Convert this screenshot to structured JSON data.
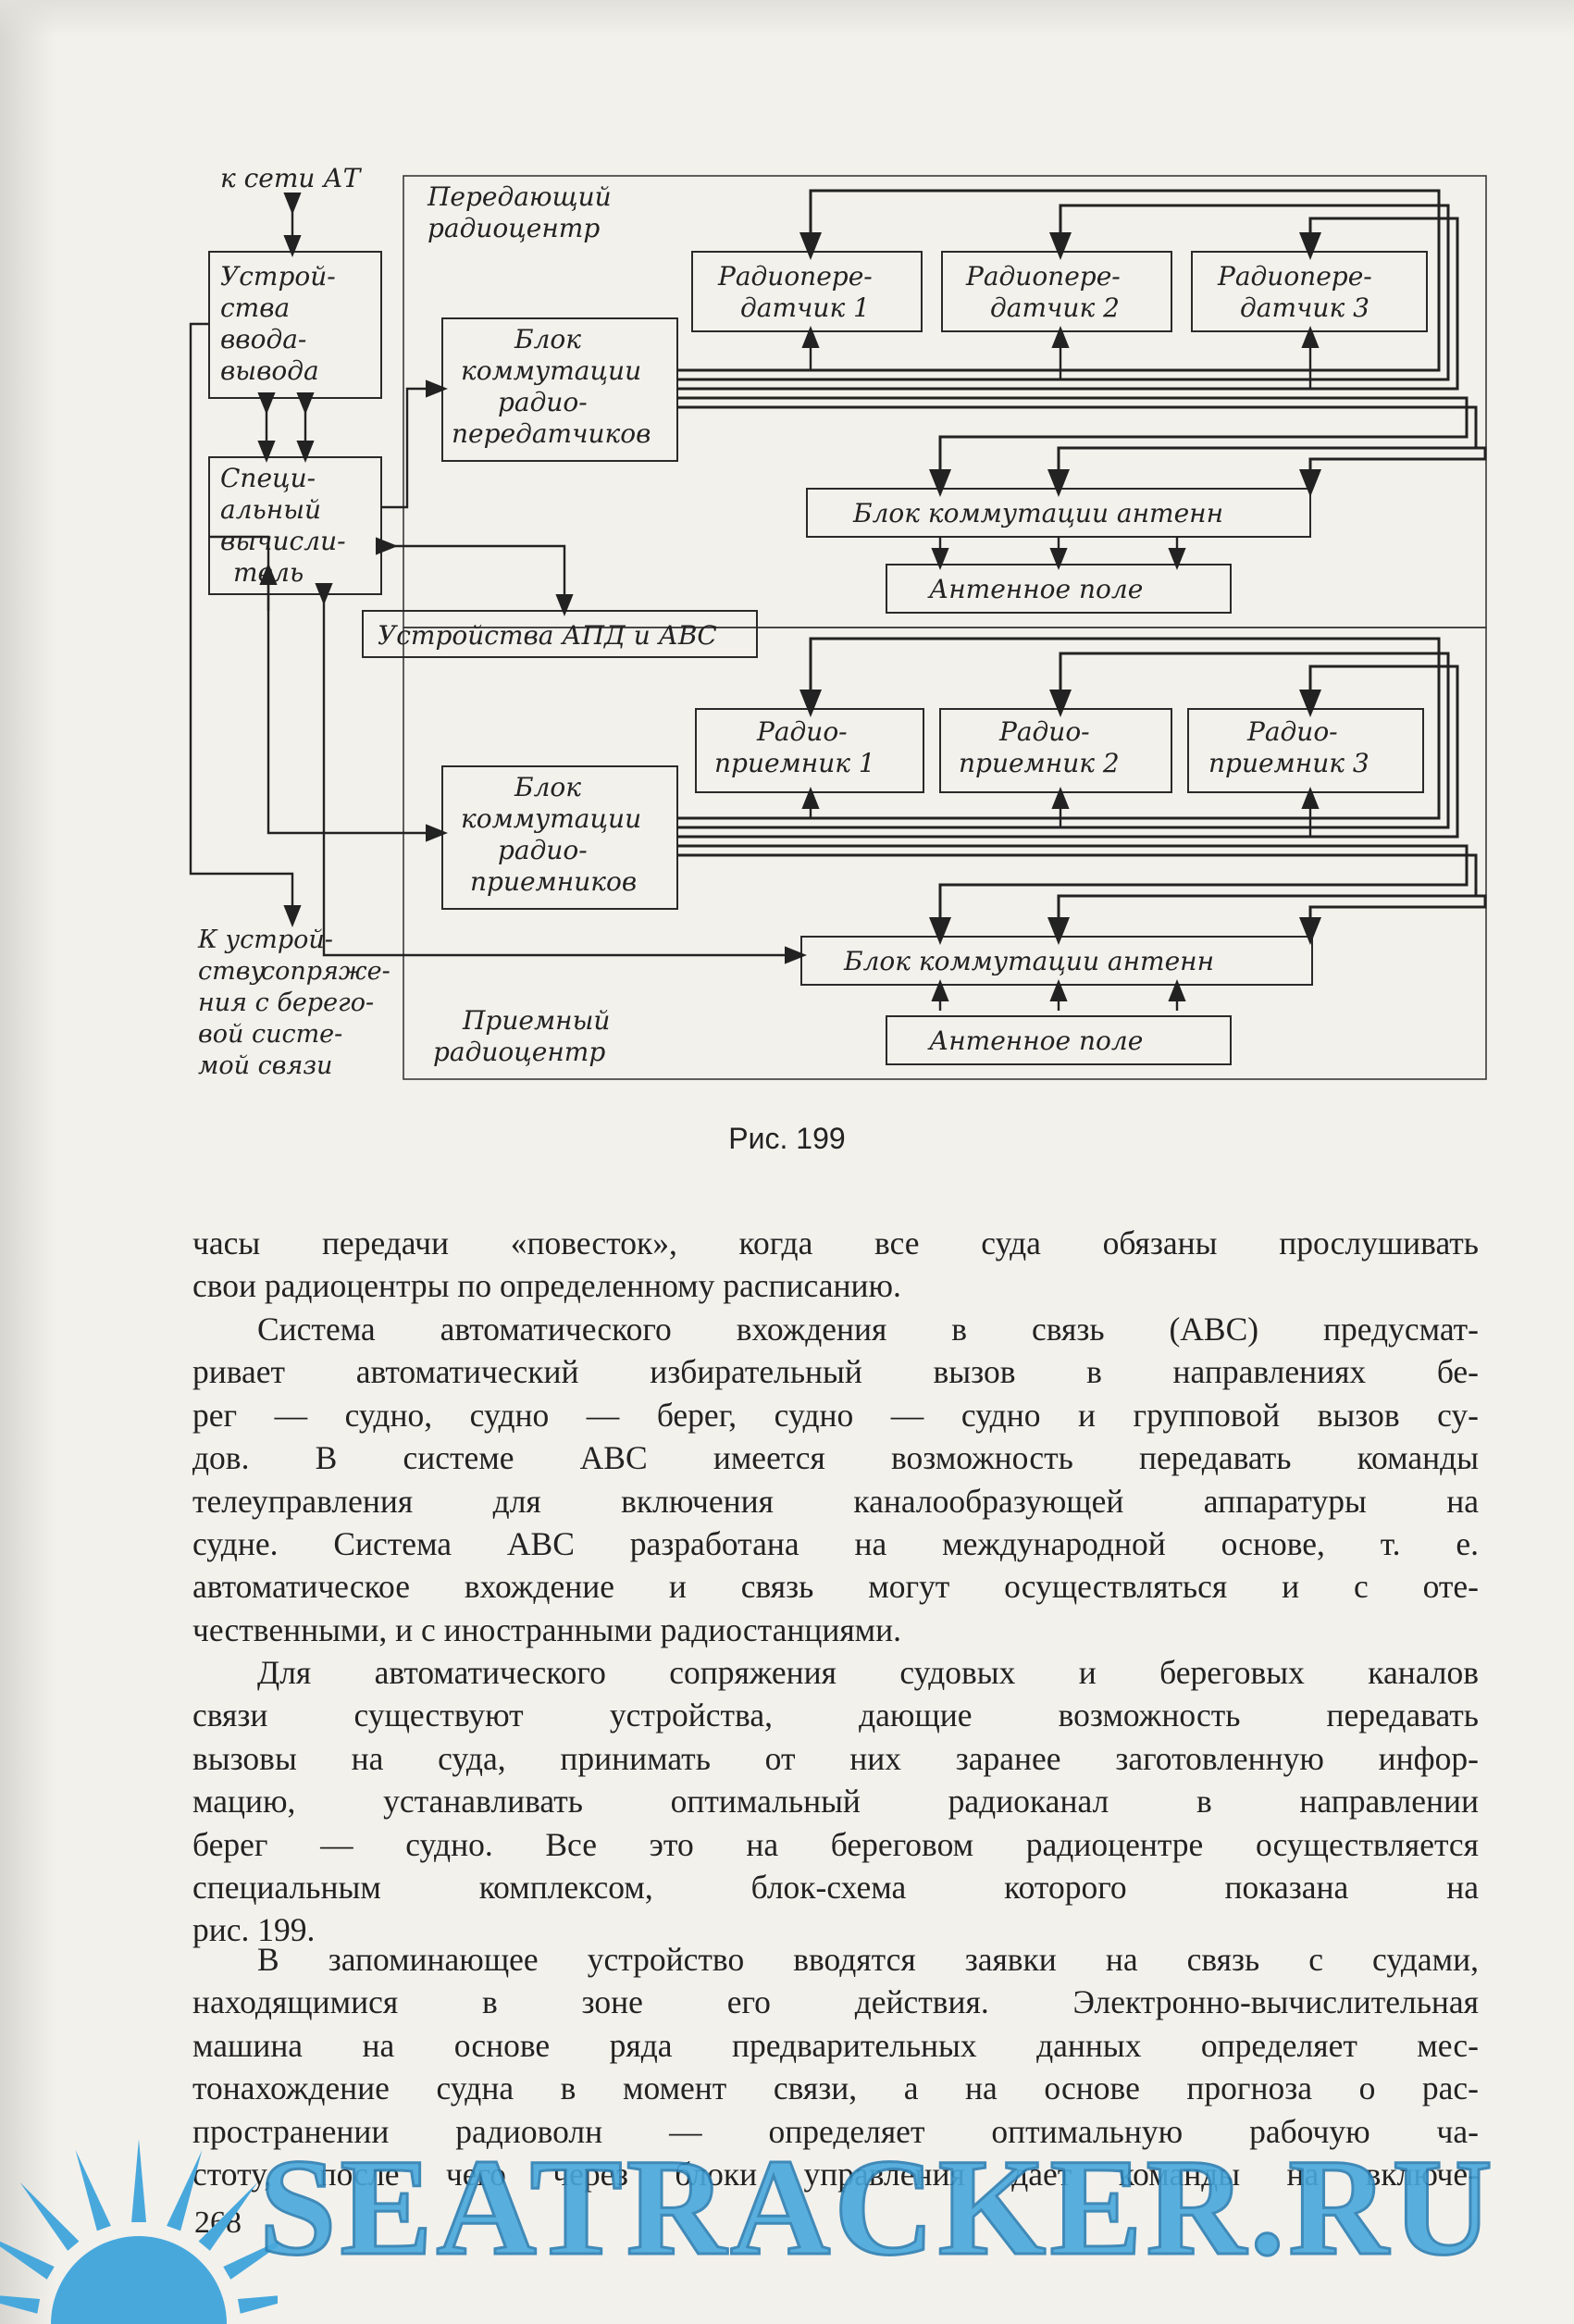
{
  "figure": {
    "caption": "Рис. 199",
    "labels": {
      "to_at_network": "к сети АТ",
      "transmitting_center": [
        "Передающий",
        "радиоцентр"
      ],
      "io_device": [
        "Устрой-",
        "ства",
        "ввода-",
        "вывода"
      ],
      "special_computer": [
        "Специ-",
        "альный",
        "вычисли-",
        "тель"
      ],
      "tx_switch": [
        "Блок",
        "коммутации",
        "радио-",
        "передатчиков"
      ],
      "tx1": [
        "Радиопере-",
        "датчик 1"
      ],
      "tx2": [
        "Радиопере-",
        "датчик 2"
      ],
      "tx3": [
        "Радиопере-",
        "датчик 3"
      ],
      "antenna_switch_top": "Блок коммутации антенн",
      "antenna_field_top": "Антенное поле",
      "apd_abc": "Устройства АПД и АВС",
      "rx1": [
        "Радио-",
        "приемник 1"
      ],
      "rx2": [
        "Радио-",
        "приемник 2"
      ],
      "rx3": [
        "Радио-",
        "приемник 3"
      ],
      "rx_switch": [
        "Блок",
        "коммутации",
        "радио-",
        "приемников"
      ],
      "antenna_switch_bottom": "Блок коммутации антенн",
      "antenna_field_bottom": "Антенное поле",
      "receiving_center": [
        "Приемный",
        "радиоцентр"
      ],
      "shore_interface": [
        "К устрой-",
        "ству",
        "сопряже-",
        "ния с берего-",
        "вой систе-",
        "мой связи"
      ]
    }
  },
  "text": {
    "p1": [
      "часы передачи «повесток», когда все суда обязаны прослушивать",
      "свои радиоцентры по определенному расписанию."
    ],
    "p2": [
      "Система автоматического вхождения в связь (АВС) предусмат-",
      "ривает автоматический избирательный вызов в направлениях бе-",
      "рег — судно, судно — берег, судно — судно и групповой вызов су-",
      "дов. В системе АВС имеется возможность передавать команды",
      "телеуправления для включения каналообразующей аппаратуры на",
      "судне. Система АВС разработана на международной основе, т. е.",
      "автоматическое вхождение и связь могут осуществляться и с оте-",
      "чественными, и с иностранными радиостанциями."
    ],
    "p3": [
      "Для автоматического сопряжения судовых и береговых каналов",
      "связи существуют устройства, дающие возможность передавать",
      "вызовы на суда, принимать от них заранее заготовленную инфор-",
      "мацию, устанавливать оптимальный радиоканал в направлении",
      "берег — судно. Все это на береговом радиоцентре осуществляется",
      "специальным комплексом, блок-схема которого показана на",
      "рис. 199."
    ],
    "p4": [
      "В запоминающее устройство вводятся заявки на связь с судами,",
      "находящимися в зоне его действия. Электронно-вычислительная",
      "машина на основе ряда предварительных данных определяет мес-",
      "тонахождение судна в момент связи, а на основе прогноза о рас-",
      "пространении радиоволн — определяет оптимальную рабочую ча-",
      "стоту, после чего через блоки управления дает команды на включе-"
    ]
  },
  "page_number": "268",
  "watermark": "SEATRACKER.RU",
  "colors": {
    "paper": "#f3f1ec",
    "ink": "#222222",
    "watermark": "#48a8dc"
  }
}
